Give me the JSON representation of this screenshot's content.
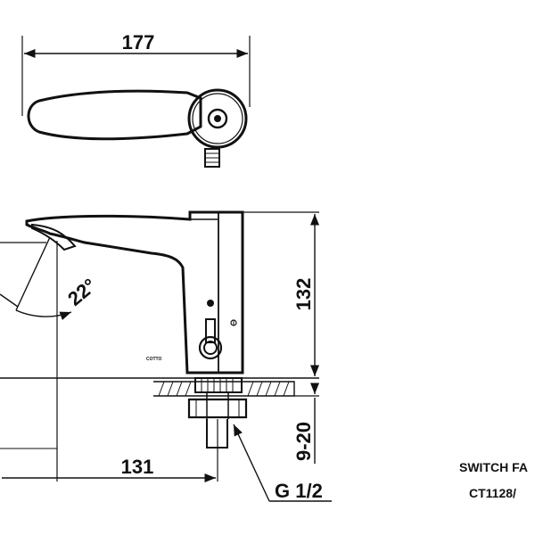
{
  "dimensions": {
    "top_width": "177",
    "height": "132",
    "thread_range": "9-20",
    "spout_reach": "131",
    "angle": "22°"
  },
  "thread": {
    "label": "G 1/2"
  },
  "brand": {
    "text": "COTTO"
  },
  "product": {
    "name": "SWITCH FA",
    "code": "CT1128/"
  }
}
